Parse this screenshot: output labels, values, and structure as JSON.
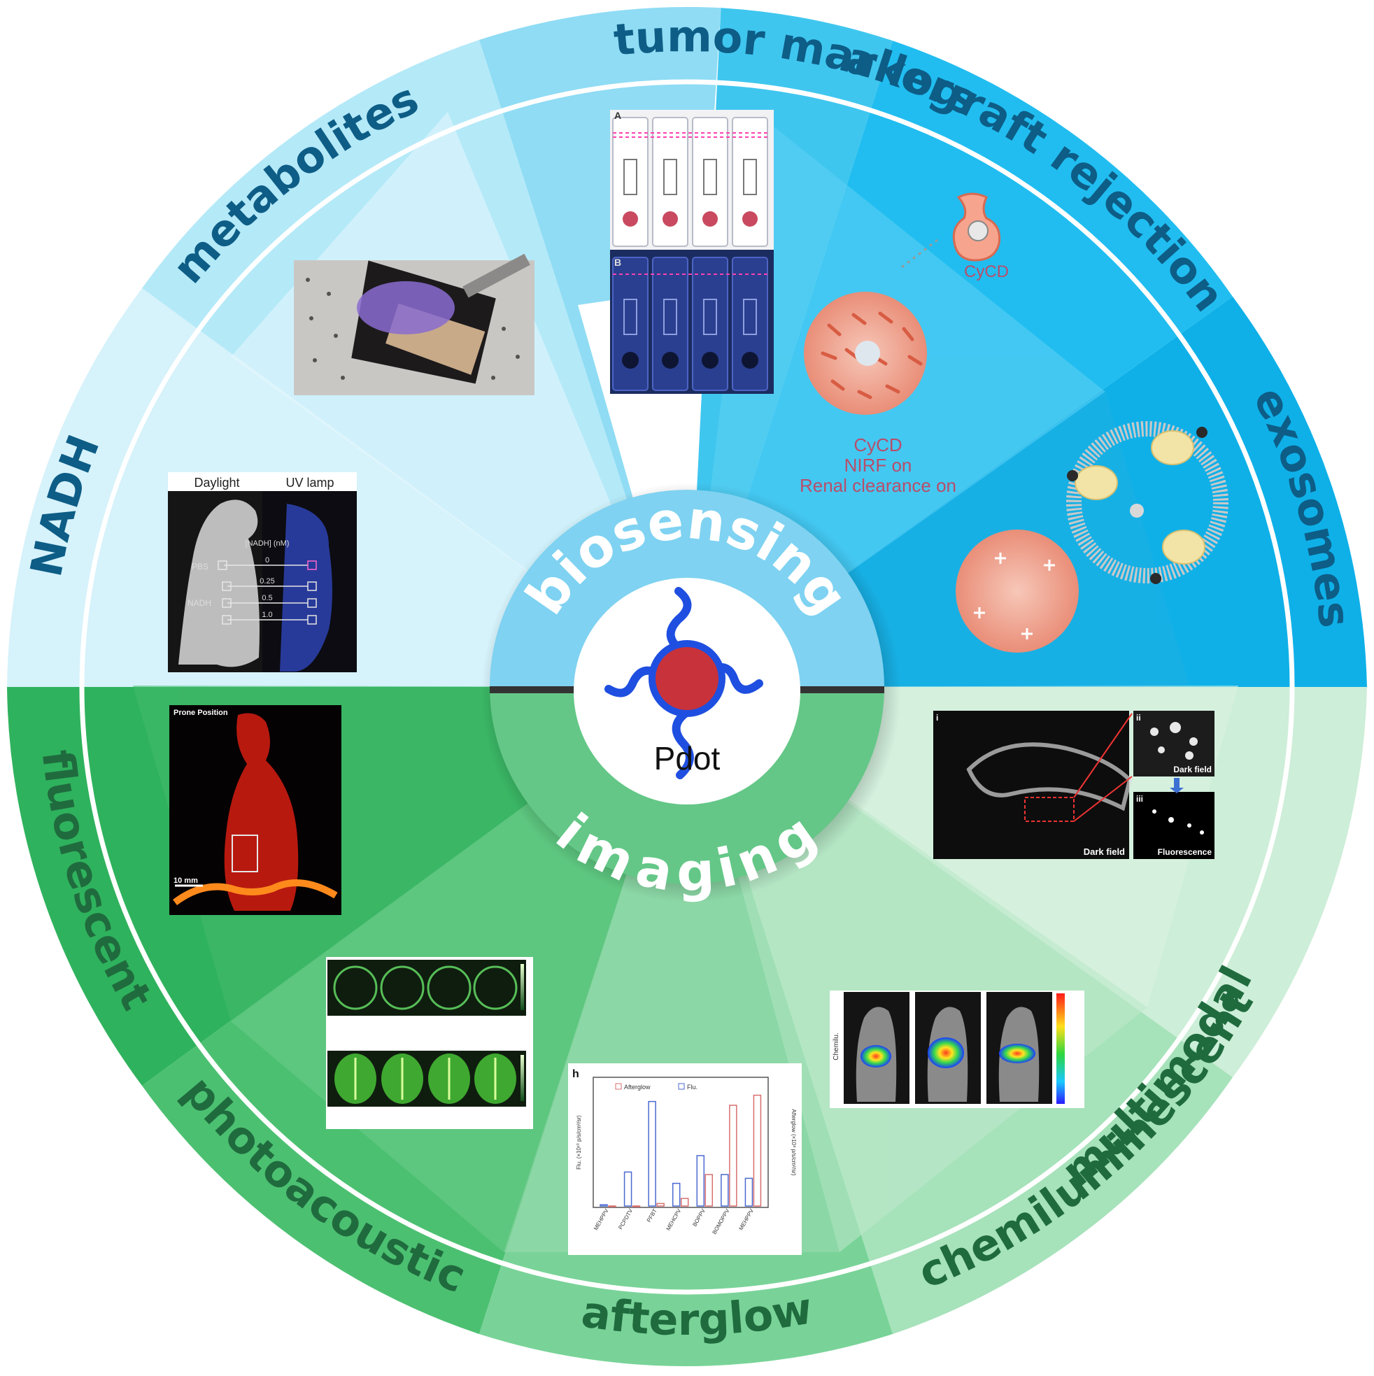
{
  "center": {
    "top_label": "biosensing",
    "bottom_label": "imaging",
    "core_label": "Pdot"
  },
  "segments": {
    "tumor_markers": "tumor markers",
    "allograft_rejection": "allograft rejection",
    "exosomes": "exosomes",
    "metabolites": "metabolites",
    "nadh": "NADH",
    "fluorescent": "fluorescent",
    "photoacoustic": "photoacoustic",
    "afterglow": "afterglow",
    "chemiluminescent": "chemiluminescent",
    "multimodal": "multimodal"
  },
  "panels": {
    "allograft": {
      "cycd_top": "CyCD",
      "cycd_bottom": "CyCD",
      "nirf_on": "NIRF on",
      "renal_on": "Renal clearance on"
    },
    "nadh": {
      "daylight": "Daylight",
      "uv_lamp": "UV lamp",
      "nadh_nm": "[NADH] (nM)",
      "pbs": "PBS",
      "nadh": "NADH",
      "v0": "0",
      "v1": "0.25",
      "v2": "0.5",
      "v3": "1.0"
    },
    "tumor": {
      "panel_a": "A",
      "panel_b": "B"
    },
    "fluorescent": {
      "prone": "Prone Position",
      "scale": "10 mm"
    },
    "multimodal": {
      "panel_i": "i",
      "panel_ii": "ii",
      "panel_iii": "iii",
      "dark1": "Dark field",
      "dark2": "Dark field",
      "fluo": "Fluorescence"
    },
    "afterglow": {
      "panel_h": "h",
      "legend_afterglow": "Afterglow",
      "legend_flu": "Flu.",
      "y_left": "Flu. (×10¹⁰ p/s/cm²/sr)",
      "y_right": "Afterglow (×10⁸ p/s/cm²/sr)",
      "categories": [
        "MEHPPV",
        "PCPDTV",
        "PFBT",
        "MEHCPV",
        "BOPPV",
        "BOMOPPV",
        "MEHPPV"
      ]
    },
    "chemi": {
      "side": "Chemilu."
    }
  },
  "colors": {
    "blue_dark": "#16a3d6",
    "blue_mid": "#3fc6ef",
    "blue_light": "#9fe2f7",
    "green_dark": "#3aa864",
    "green_mid": "#5ec47e",
    "green_light": "#b6e7c4",
    "text_blue": "#0d5d86",
    "text_green": "#1f6b3e"
  }
}
